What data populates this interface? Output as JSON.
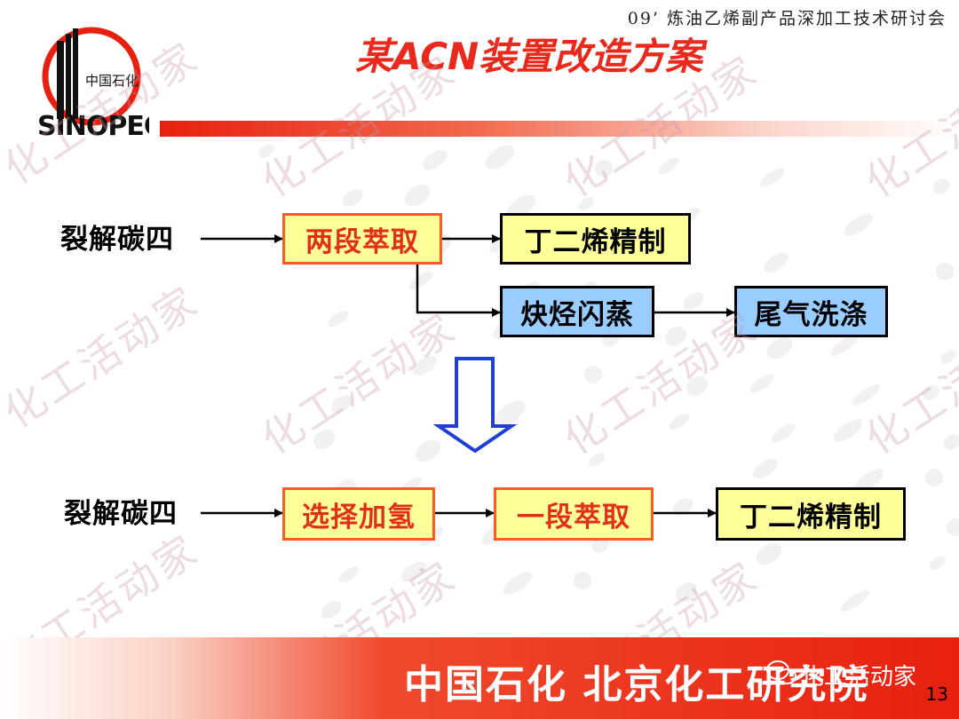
{
  "header": {
    "conference": "09’ 炼油乙烯副产品深加工技术研讨会",
    "title": "某ACN装置改造方案"
  },
  "logo": {
    "cn": "中国石化",
    "en": "SINOPEC"
  },
  "flow_before": {
    "feed": "裂解碳四",
    "step1": "两段萃取",
    "step2": "丁二烯精制",
    "step3": "炔烃闪蒸",
    "step4": "尾气洗涤"
  },
  "flow_after": {
    "feed": "裂解碳四",
    "step1": "选择加氢",
    "step2": "一段萃取",
    "step3": "丁二烯精制"
  },
  "footer": {
    "org": "中国石化 北京化工研究院",
    "brand": "化工活动家",
    "page": "13"
  },
  "watermark": "化工活动家",
  "colors": {
    "accent": "#e8291c",
    "box_fill": "#ffff99",
    "box_blue": "#99ccff",
    "arrow_blue": "#1f3fd8"
  }
}
